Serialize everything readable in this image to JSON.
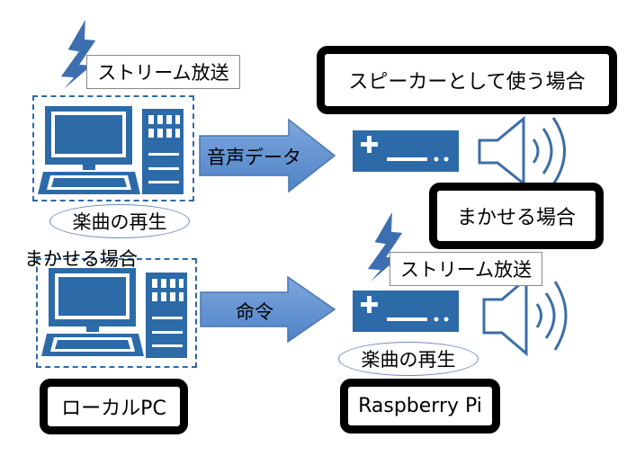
{
  "labels": {
    "stream_top": "ストリーム放送",
    "speaker_case": "スピーカーとして使う場合",
    "audio_data": "音声データ",
    "play_top": "楽曲の再生",
    "leave_case_left": "まかせる場合",
    "leave_case_right": "まかせる場合",
    "stream_bottom": "ストリーム放送",
    "command": "命令",
    "play_bottom": "楽曲の再生",
    "local_pc": "ローカルPC",
    "raspberry_pi": "Raspberry Pi"
  },
  "colors": {
    "device_blue": "#2c6aa8",
    "arrow_fill": "#5b8fd1",
    "bolt_fill": "#3d6fb0",
    "speaker_stroke": "#3b6ea8"
  },
  "icons": [
    "lightning-bolt-icon",
    "desktop-computer-icon",
    "server-box-icon",
    "speaker-icon"
  ]
}
